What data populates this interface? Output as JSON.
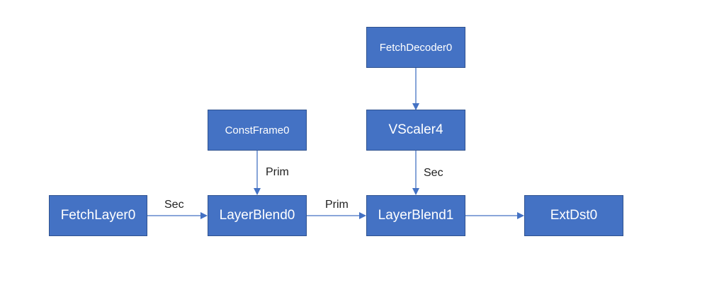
{
  "diagram": {
    "nodes": {
      "fetch_decoder": "FetchDecoder0",
      "vscaler": "VScaler4",
      "const_frame": "ConstFrame0",
      "fetch_layer": "FetchLayer0",
      "layer_blend0": "LayerBlend0",
      "layer_blend1": "LayerBlend1",
      "ext_dst": "ExtDst0"
    },
    "edge_labels": {
      "const_to_blend0": "Prim",
      "fetch_layer_to_blend0": "Sec",
      "blend0_to_blend1": "Prim",
      "vscaler_to_blend1": "Sec"
    },
    "colors": {
      "node_fill": "#4472c4",
      "node_border": "#2f528f",
      "edge": "#4472c4"
    }
  }
}
